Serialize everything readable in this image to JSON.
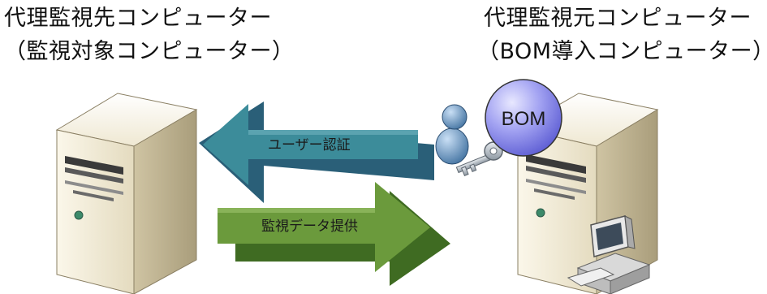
{
  "left_computer": {
    "title_line1": "代理監視先コンピューター",
    "title_line2": "（監視対象コンピューター）"
  },
  "right_computer": {
    "title_line1": "代理監視元コンピューター",
    "title_line2": "（BOM導入コンピューター）"
  },
  "arrows": {
    "auth_label": "ユーザー認証",
    "data_label": "監視データ提供"
  },
  "badge": {
    "label": "BOM"
  },
  "colors": {
    "auth_arrow": "#3c8c9a",
    "auth_arrow_shadow": "#2a5f78",
    "data_arrow": "#6b9a3c",
    "data_arrow_shadow": "#3f6b22",
    "bom_circle": "#6f6fe0",
    "server_body": "#efe7cf"
  }
}
